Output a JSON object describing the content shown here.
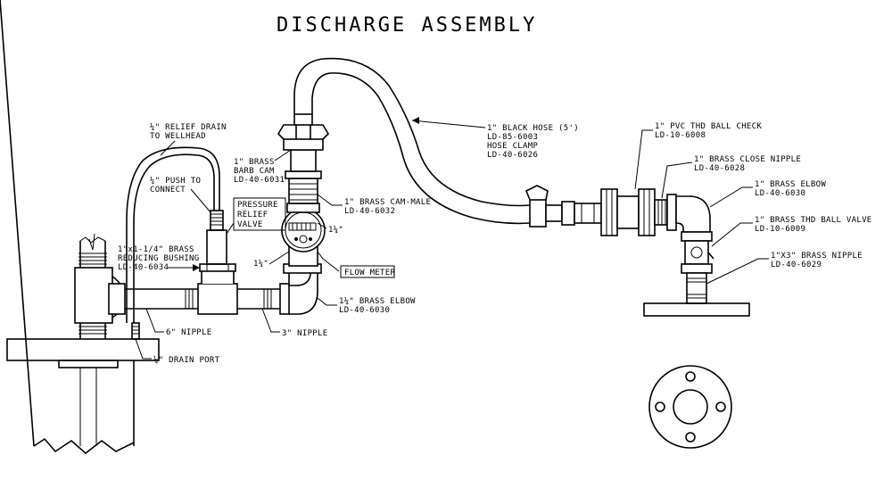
{
  "title": "DISCHARGE ASSEMBLY",
  "labels": {
    "relief_drain_1": "¼\" RELIEF DRAIN",
    "relief_drain_2": "TO WELLHEAD",
    "push_connect_1": "¼\" PUSH TO",
    "push_connect_2": "CONNECT",
    "barb_cam_1": "1\" BRASS",
    "barb_cam_2": "BARB CAM",
    "barb_cam_3": "LD-40-6031",
    "black_hose_1": "1\" BLACK HOSE (5')",
    "black_hose_2": "LD-85-6003",
    "black_hose_3": "HOSE CLAMP",
    "black_hose_4": "LD-40-6026",
    "pvc_check_1": "1\" PVC THD BALL CHECK",
    "pvc_check_2": "LD-10-6008",
    "close_nipple_1": "1\" BRASS CLOSE NIPPLE",
    "close_nipple_2": "LD-40-6028",
    "elbow_1_1": "1\" BRASS ELBOW",
    "elbow_1_2": "LD-40-6030",
    "ball_valve_1": "1\" BRASS THD BALL VALVE",
    "ball_valve_2": "LD-10-6009",
    "nipple_1x3_1": "1\"X3\" BRASS NIPPLE",
    "nipple_1x3_2": "LD-40-6029",
    "prv_1": "PRESSURE",
    "prv_2": "RELIEF",
    "prv_3": "VALVE",
    "cam_male_1": "1\" BRASS CAM-MALE",
    "cam_male_2": "LD-40-6032",
    "size_a": "1¼\"",
    "size_b": "1¼\"",
    "flow_meter": "FLOW METER",
    "bushing_1": "1\"x1-1/4\" BRASS",
    "bushing_2": "REDUCING BUSHING",
    "bushing_3": "LD-40-6034",
    "elbow_125_1": "1¼\" BRASS ELBOW",
    "elbow_125_2": "LD-40-6030",
    "six_nipple": "6\" NIPPLE",
    "three_nipple": "3\" NIPPLE",
    "drain_port": "¼\" DRAIN PORT"
  }
}
